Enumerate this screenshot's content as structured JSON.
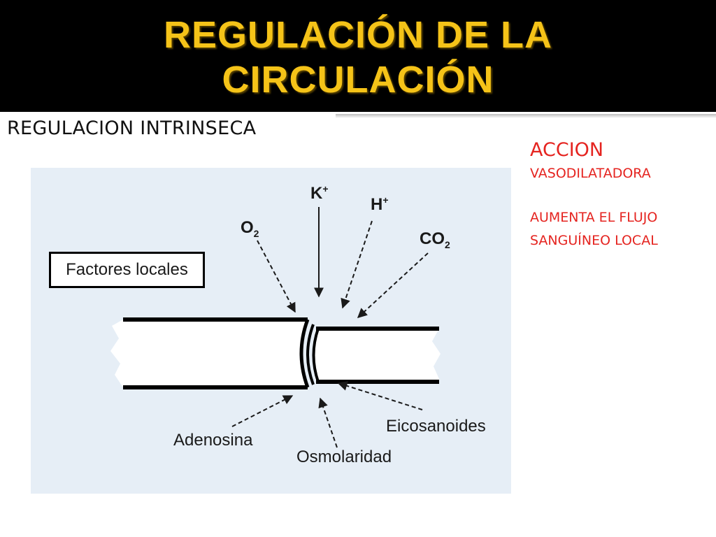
{
  "title": {
    "line1": "REGULACIÓN DE LA",
    "line2": "CIRCULACIÓN"
  },
  "subtitle": "REGULACION INTRINSECA",
  "side_notes": {
    "heading": "ACCION",
    "line1": "VASODILATADORA",
    "line2": "AUMENTA EL FLUJO",
    "line3": "SANGUÍNEO LOCAL"
  },
  "diagram": {
    "box_label": "Factores locales",
    "k": "K",
    "k_charge": "+",
    "h": "H",
    "h_charge": "+",
    "o": "O",
    "o_sub": "2",
    "co": "CO",
    "co_sub": "2",
    "adenosina": "Adenosina",
    "osmolaridad": "Osmolaridad",
    "eicosanoides": "Eicosanoides"
  }
}
